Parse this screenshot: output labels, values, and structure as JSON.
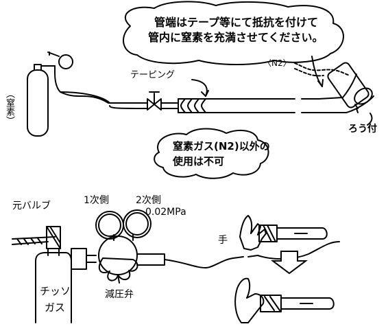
{
  "top": {
    "speech_bubble_line1": "管端はテープ等にて抵抗を付けて",
    "speech_bubble_line2": "管内に窒素を充満させてください。",
    "n2_label": "〈N2〉",
    "taping_label": "テーピング",
    "cylinder_label": "（窒素）",
    "brazing_label": "ろう付",
    "warning_line1": "窒素ガス(N2)以外の",
    "warning_line2": "使用は不可"
  },
  "bottom": {
    "main_valve_label": "元バルブ",
    "primary_side_label": "1次側",
    "secondary_side_label": "2次側",
    "pressure_label": "0.02MPa",
    "hand_label": "手",
    "nitrogen_gas_line1": "チッソ",
    "nitrogen_gas_line2": "ガス",
    "regulator_label": "減圧弁"
  }
}
